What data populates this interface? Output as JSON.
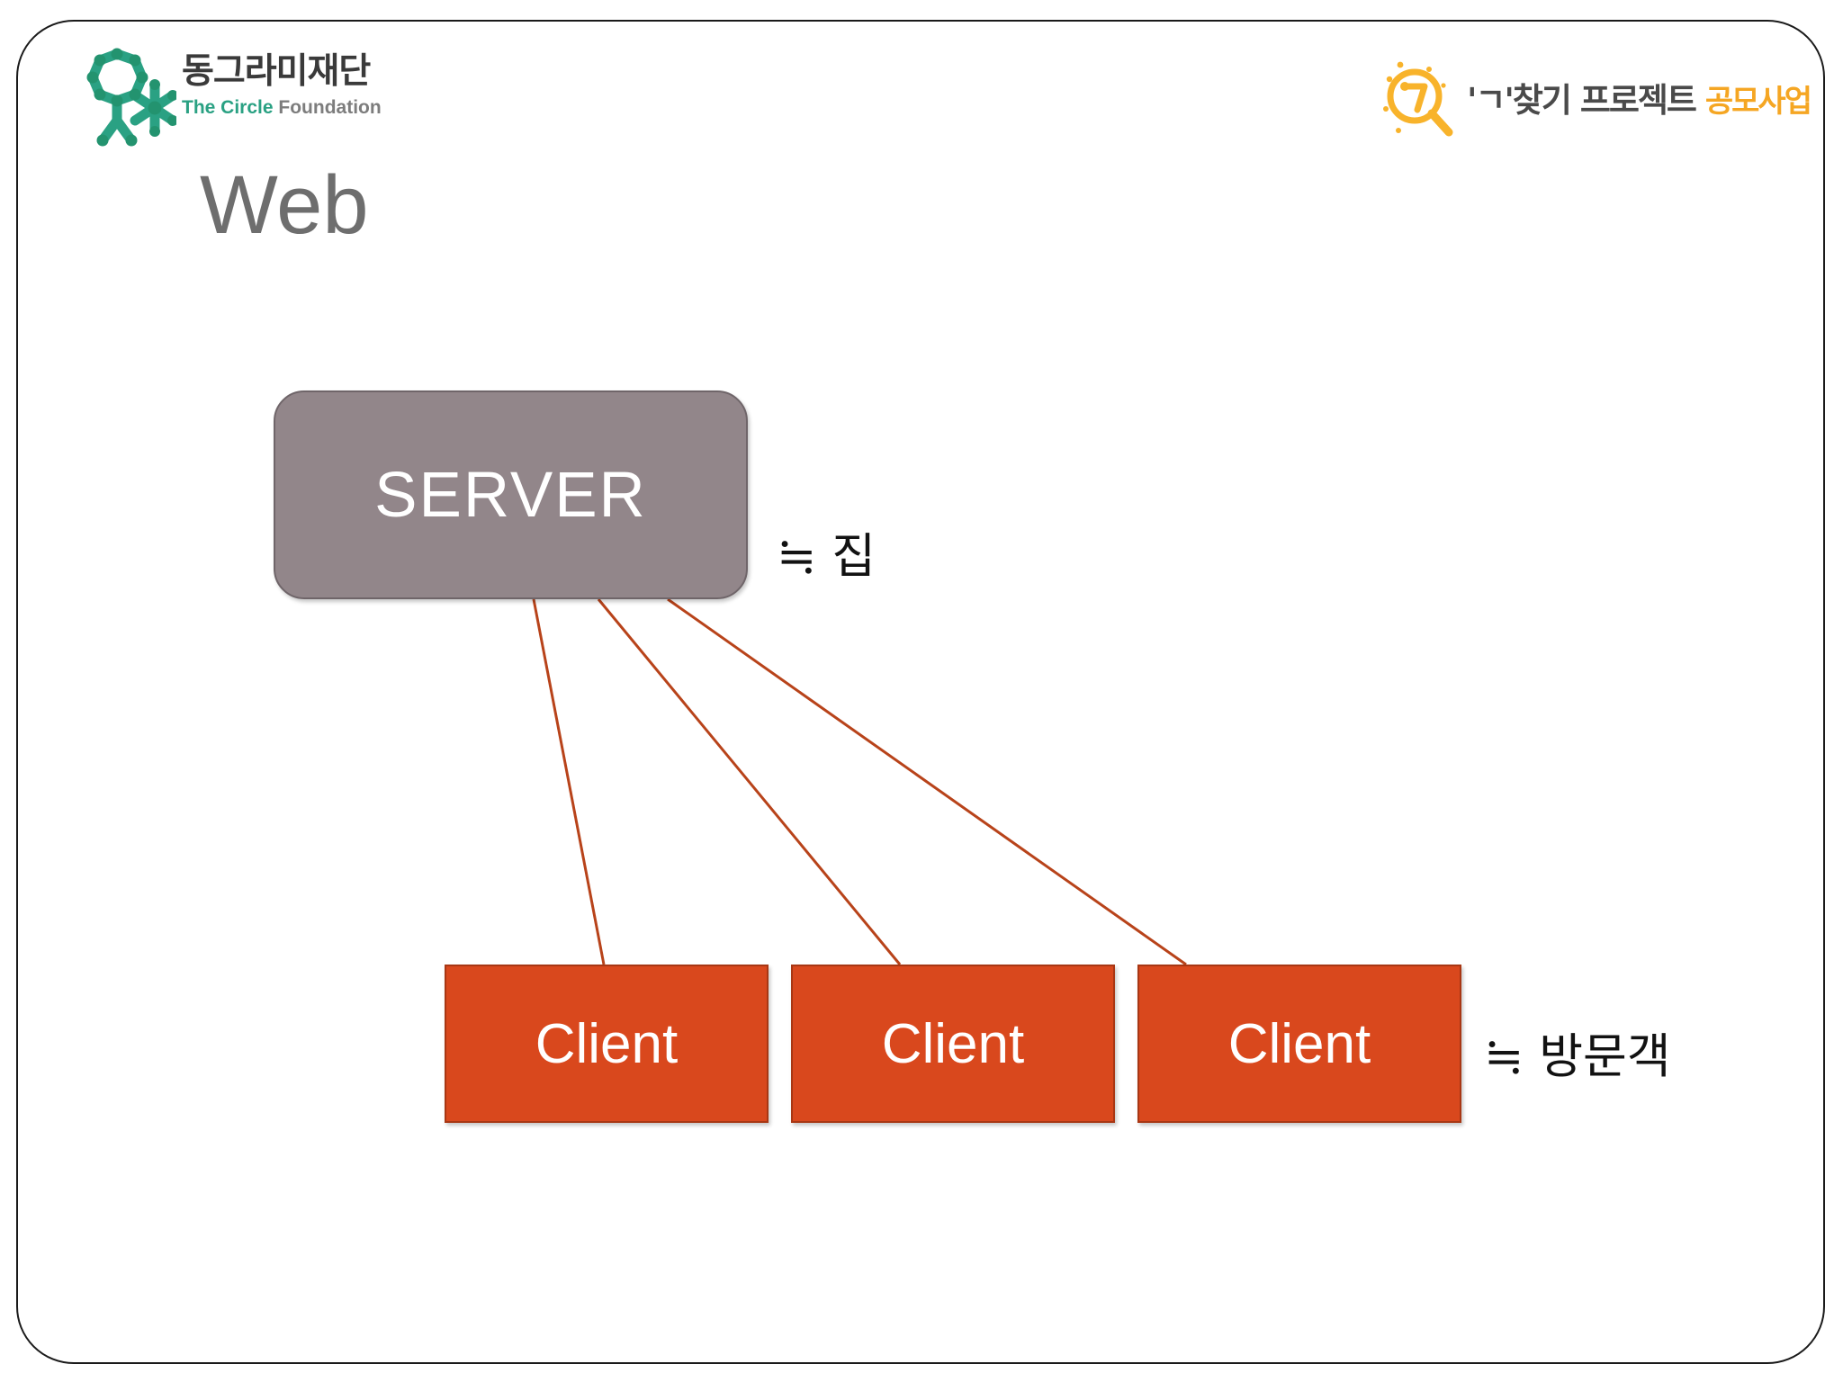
{
  "slide": {
    "title": "Web",
    "frame_color": "#1a1a1a",
    "background": "#ffffff"
  },
  "logo_left": {
    "name": "circle-foundation-logo",
    "korean_name": "동그라미재단",
    "english_name_part1": "The Circle",
    "english_name_part2": "Foundation",
    "mark_color": "#2aa183",
    "text_color": "#3a3a3a"
  },
  "logo_right": {
    "name": "giyeok-finding-project-logo",
    "mark_glyph": "ㄱ",
    "text_dark": "'ㄱ'찾기 프로젝트",
    "text_gold": "공모사업",
    "mark_color": "#f8b32b",
    "accent_color": "#f5a623"
  },
  "diagram": {
    "type": "client-server",
    "server": {
      "label": "SERVER",
      "fill": "#92868a",
      "border": "#6f6569",
      "text_color": "#ffffff"
    },
    "clients": [
      {
        "label": "Client",
        "fill": "#d9481d",
        "border": "#a83714",
        "text_color": "#ffffff"
      },
      {
        "label": "Client",
        "fill": "#d9481d",
        "border": "#a83714",
        "text_color": "#ffffff"
      },
      {
        "label": "Client",
        "fill": "#d9481d",
        "border": "#a83714",
        "text_color": "#ffffff"
      }
    ],
    "connector_color": "#b8431a",
    "annotations": {
      "server_note": "≒ 집",
      "client_note": "≒ 방문객"
    }
  }
}
